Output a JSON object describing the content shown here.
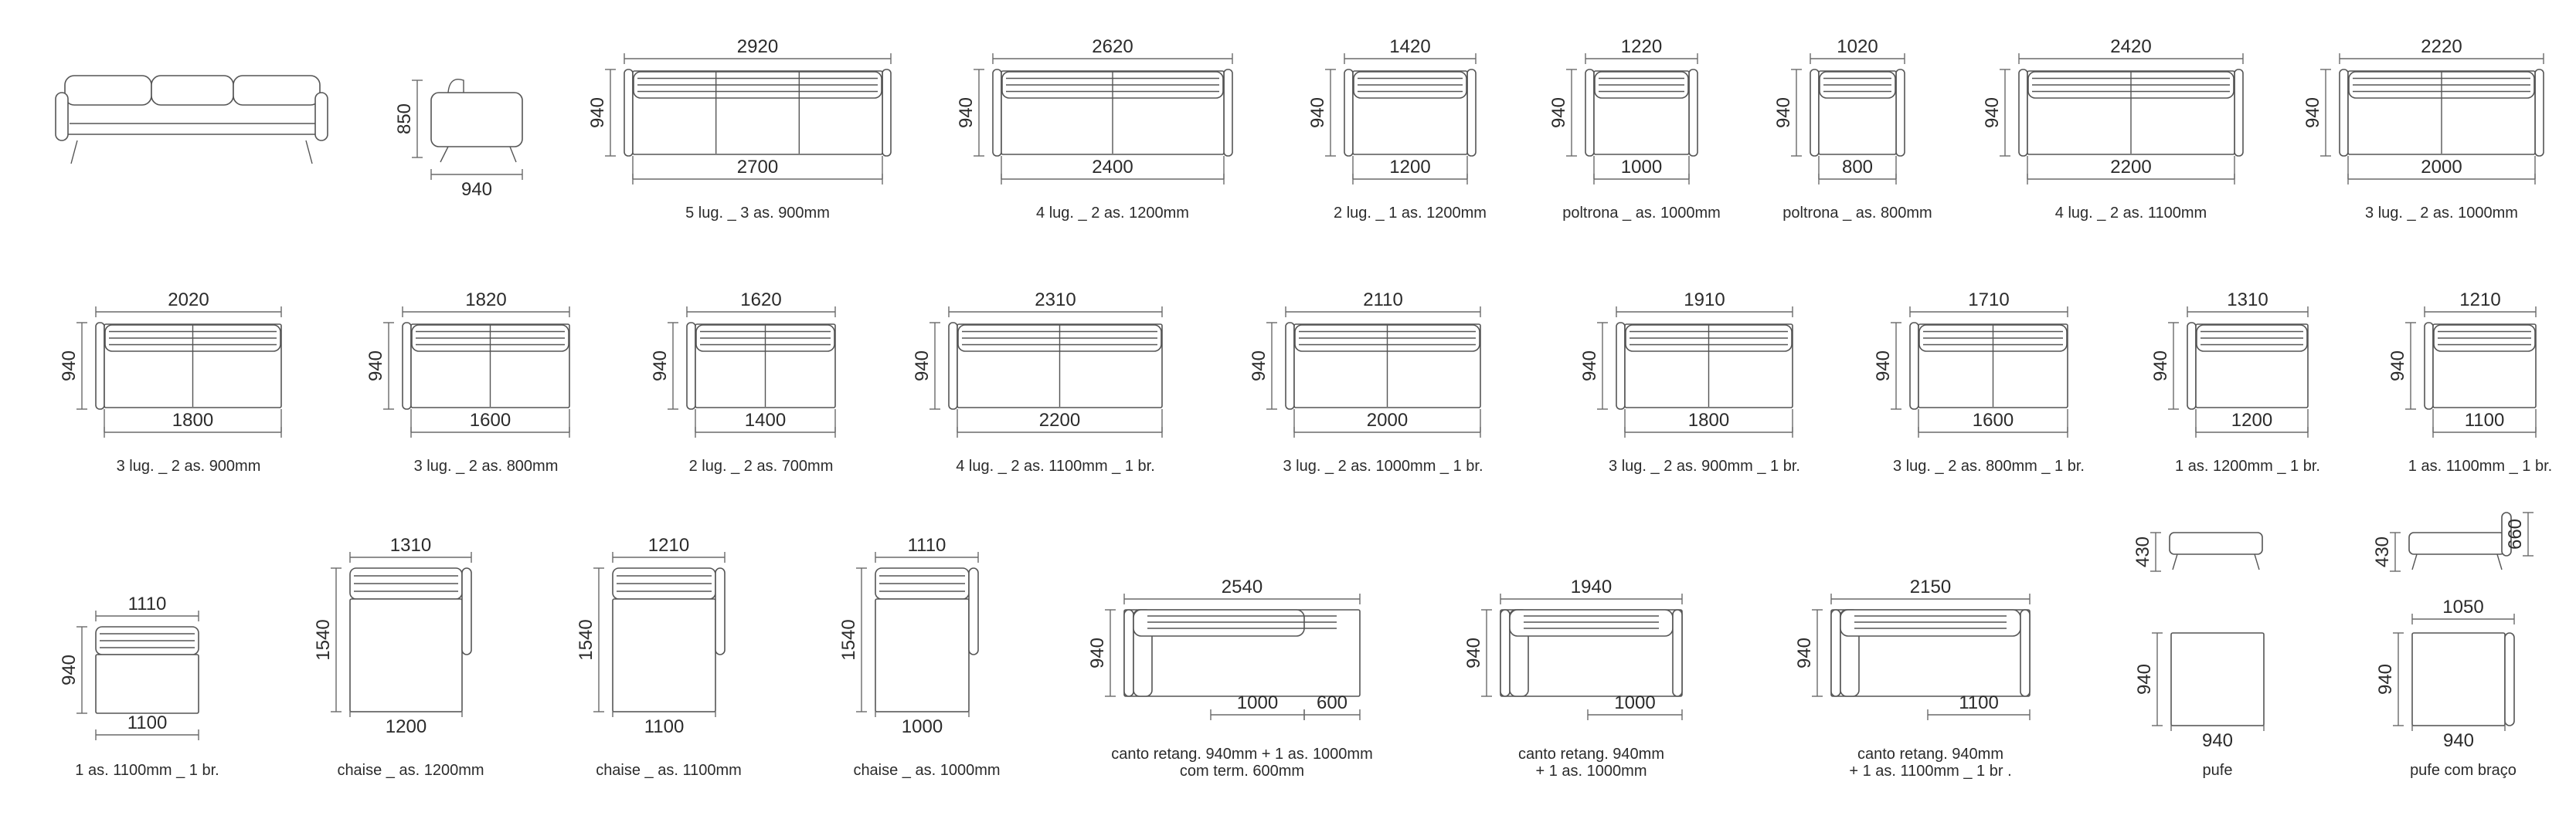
{
  "colors": {
    "line": "#555555",
    "dimension": "#6a6a6a",
    "text": "#2b2b2b",
    "background": "#ffffff"
  },
  "side_views": {
    "sofa_front": {
      "icon": "sofa-front-view-icon"
    },
    "armchair_side": {
      "icon": "armchair-side-view-icon",
      "height": "850",
      "depth": "940"
    }
  },
  "row1": [
    {
      "top": "2920",
      "depth": "940",
      "inner": "2700",
      "caption": "5 lug. _ 3 as. 900mm"
    },
    {
      "top": "2620",
      "depth": "940",
      "inner": "2400",
      "caption": "4 lug. _ 2 as. 1200mm"
    },
    {
      "top": "1420",
      "depth": "940",
      "inner": "1200",
      "caption": "2 lug. _ 1 as. 1200mm"
    },
    {
      "top": "1220",
      "depth": "940",
      "inner": "1000",
      "caption": "poltrona _ as. 1000mm"
    },
    {
      "top": "1020",
      "depth": "940",
      "inner": "800",
      "caption": "poltrona _ as. 800mm"
    },
    {
      "top": "2420",
      "depth": "940",
      "inner": "2200",
      "caption": "4 lug. _ 2 as. 1100mm"
    },
    {
      "top": "2220",
      "depth": "940",
      "inner": "2000",
      "caption": "3 lug. _ 2 as. 1000mm"
    }
  ],
  "row2": [
    {
      "top": "2020",
      "depth": "940",
      "inner": "1800",
      "caption": "3 lug. _ 2 as. 900mm"
    },
    {
      "top": "1820",
      "depth": "940",
      "inner": "1600",
      "caption": "3 lug. _ 2 as. 800mm"
    },
    {
      "top": "1620",
      "depth": "940",
      "inner": "1400",
      "caption": "2 lug. _ 2 as. 700mm"
    },
    {
      "top": "2310",
      "depth": "940",
      "inner": "2200",
      "caption": "4 lug. _ 2 as. 1100mm _ 1 br."
    },
    {
      "top": "2110",
      "depth": "940",
      "inner": "2000",
      "caption": "3 lug. _ 2 as. 1000mm _ 1 br."
    },
    {
      "top": "1910",
      "depth": "940",
      "inner": "1800",
      "caption": "3 lug. _ 2 as. 900mm _ 1 br."
    },
    {
      "top": "1710",
      "depth": "940",
      "inner": "1600",
      "caption": "3 lug. _ 2 as. 800mm _ 1 br."
    },
    {
      "top": "1310",
      "depth": "940",
      "inner": "1200",
      "caption": "1 as. 1200mm _ 1 br."
    },
    {
      "top": "1210",
      "depth": "940",
      "inner": "1100",
      "caption": "1 as. 1100mm _ 1 br."
    }
  ],
  "row3": {
    "module_1100": {
      "top": "1110",
      "depth": "940",
      "inner": "1100",
      "caption": "1 as. 1100mm _ 1 br."
    },
    "chaises": [
      {
        "top": "1310",
        "depth": "1540",
        "inner": "1200",
        "caption": "chaise _ as. 1200mm"
      },
      {
        "top": "1210",
        "depth": "1540",
        "inner": "1100",
        "caption": "chaise _ as. 1100mm"
      },
      {
        "top": "1110",
        "depth": "1540",
        "inner": "1000",
        "caption": "chaise _ as. 1000mm"
      }
    ],
    "corners": [
      {
        "top": "2540",
        "depth": "940",
        "seat": "1000",
        "terminal": "600",
        "caption_lines": [
          "canto retang. 940mm + 1 as. 1000mm",
          "com term. 600mm"
        ]
      },
      {
        "top": "1940",
        "depth": "940",
        "seat": "1000",
        "caption_lines": [
          "canto retang. 940mm",
          "+ 1 as. 1000mm"
        ]
      },
      {
        "top": "2150",
        "depth": "940",
        "seat": "1100",
        "caption_lines": [
          "canto retang. 940mm",
          "+ 1 as. 1100mm _ 1 br ."
        ]
      }
    ],
    "pufe": {
      "side_height": "430",
      "depth": "940",
      "width": "940",
      "caption": "pufe"
    },
    "pufe_arm": {
      "side_height": "430",
      "arm_height": "660",
      "top": "1050",
      "depth": "940",
      "width": "940",
      "caption": "pufe com braço"
    }
  }
}
